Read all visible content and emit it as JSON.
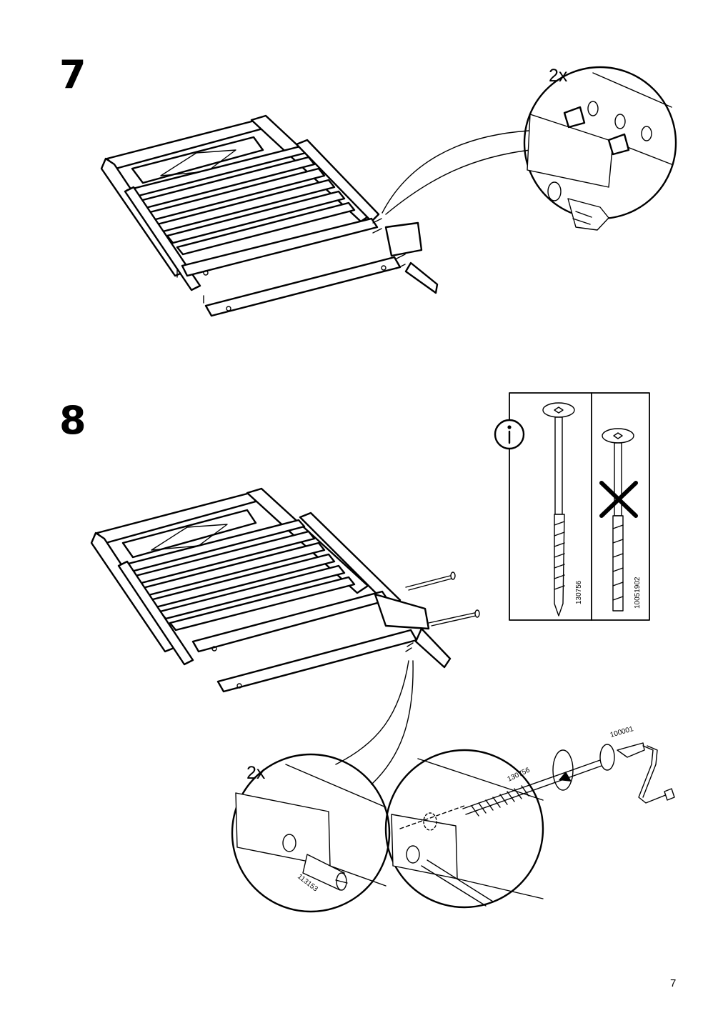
{
  "steps": [
    {
      "number": "7",
      "callout_multiplier": "2x"
    },
    {
      "number": "8",
      "callout_multiplier": "2x"
    }
  ],
  "info_box": {
    "icon": "info-icon",
    "correct_part": "130756",
    "wrong_part": "10051902",
    "wrong_mark_icon": "cross-icon"
  },
  "parts": {
    "bolt": "130756",
    "barrel_nut": "113153",
    "allen_key": "100001"
  },
  "page_number": "7"
}
